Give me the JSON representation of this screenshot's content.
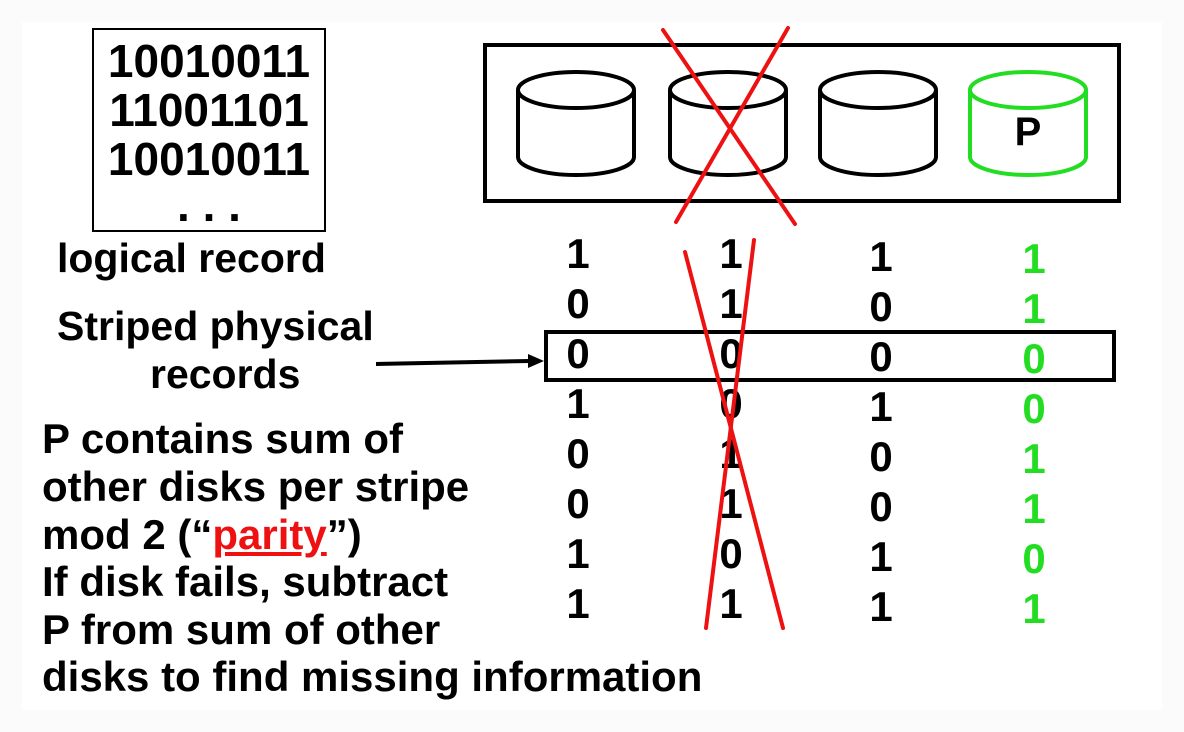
{
  "logical_record": {
    "lines": [
      "10010011",
      "11001101",
      "10010011",
      ". . ."
    ],
    "label": "logical record"
  },
  "disks": [
    {
      "label": "",
      "state": "normal"
    },
    {
      "label": "",
      "state": "failed"
    },
    {
      "label": "",
      "state": "normal"
    },
    {
      "label": "P",
      "state": "parity"
    }
  ],
  "striped_label": {
    "line1": "Striped physical",
    "line2": "records"
  },
  "columns": [
    {
      "bits": [
        "1",
        "0",
        "0",
        "1",
        "0",
        "0",
        "1",
        "1"
      ]
    },
    {
      "bits": [
        "1",
        "1",
        "0",
        "0",
        "1",
        "1",
        "0",
        "1"
      ]
    },
    {
      "bits": [
        "1",
        "0",
        "0",
        "1",
        "0",
        "0",
        "1",
        "1"
      ]
    },
    {
      "bits": [
        "1",
        "1",
        "0",
        "0",
        "1",
        "1",
        "0",
        "1"
      ]
    }
  ],
  "description": {
    "line1": "P contains sum of",
    "line2": "other disks per stripe",
    "line3_prefix": "mod 2 (“",
    "line3_highlight": "parity",
    "line3_suffix": "”)",
    "line4": "If disk fails, subtract",
    "line5": "P from sum of other",
    "line6": "disks to find missing information"
  },
  "colors": {
    "parity": "#22dd22",
    "cross": "#ee1111",
    "text": "#000000"
  }
}
